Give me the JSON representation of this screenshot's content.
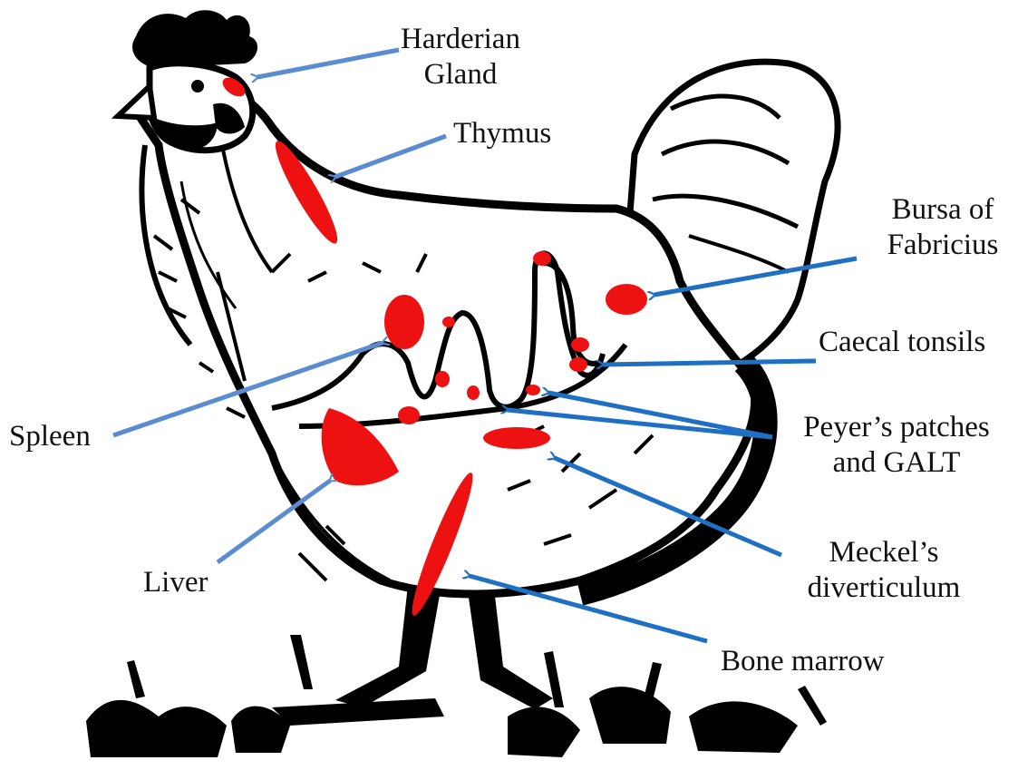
{
  "labels": {
    "harderian_line1": "Harderian",
    "harderian_line2": "Gland",
    "thymus": "Thymus",
    "bursa_line1": "Bursa of",
    "bursa_line2": "Fabricius",
    "caecal": "Caecal tonsils",
    "spleen": "Spleen",
    "peyers_line1": "Peyer’s patches",
    "peyers_line2": "and GALT",
    "liver": "Liver",
    "meckel_line1": "Meckel’s",
    "meckel_line2": "diverticulum",
    "bone_marrow": "Bone marrow"
  },
  "colors": {
    "organ_fill": "#ee1111",
    "arrow_light": "#5b8ccf",
    "arrow_dark": "#1f6fc2",
    "outline": "#000000"
  }
}
